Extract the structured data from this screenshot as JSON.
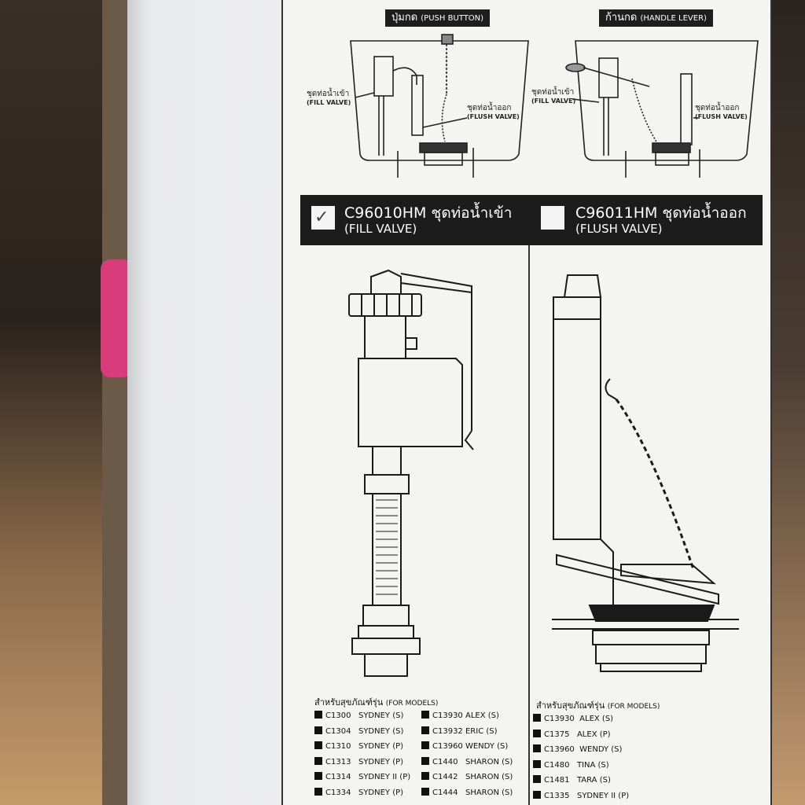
{
  "top": {
    "push_tag_thai": "ปุ่มกด",
    "push_tag_en": "(PUSH BUTTON)",
    "lever_tag_thai": "ก้านกด",
    "lever_tag_en": "(HANDLE LEVER)",
    "fill_thai": "ชุดท่อน้ำเข้า",
    "fill_en": "(FILL VALVE)",
    "flush_thai": "ชุดท่อน้ำออก",
    "flush_en": "(FLUSH VALVE)"
  },
  "fill_product": {
    "checked": true,
    "check_mark": "✓",
    "code_title": "C96010HM ชุดท่อน้ำเข้า",
    "subtitle": "(FILL VALVE)",
    "models_head_thai": "สำหรับสุขภัณฑ์รุ่น",
    "models_head_en": "(FOR MODELS)",
    "models_col1": [
      "C1300   SYDNEY (S)",
      "C1304   SYDNEY (S)",
      "C1310   SYDNEY (P)",
      "C1313   SYDNEY (P)",
      "C1314   SYDNEY II (P)",
      "C1334   SYDNEY (P)"
    ],
    "models_col2": [
      "C13930 ALEX (S)",
      "C13932 ERIC (S)",
      "C13960 WENDY (S)",
      "C1440   SHARON (S)",
      "C1442   SHARON (S)",
      "C1444   SHARON (S)"
    ]
  },
  "flush_product": {
    "checked": false,
    "code_title": "C96011HM ชุดท่อน้ำออก",
    "subtitle": "(FLUSH VALVE)",
    "models_head_thai": "สำหรับสุขภัณฑ์รุ่น",
    "models_head_en": "(FOR MODELS)",
    "models": [
      "C13930  ALEX (S)",
      "C1375   ALEX (P)",
      "C13960  WENDY (S)",
      "C1480   TINA (S)",
      "C1481   TARA (S)",
      "C1335   SYDNEY II (P)"
    ]
  },
  "colors": {
    "ink": "#1c1c1c",
    "paper": "#f4f4f3"
  }
}
